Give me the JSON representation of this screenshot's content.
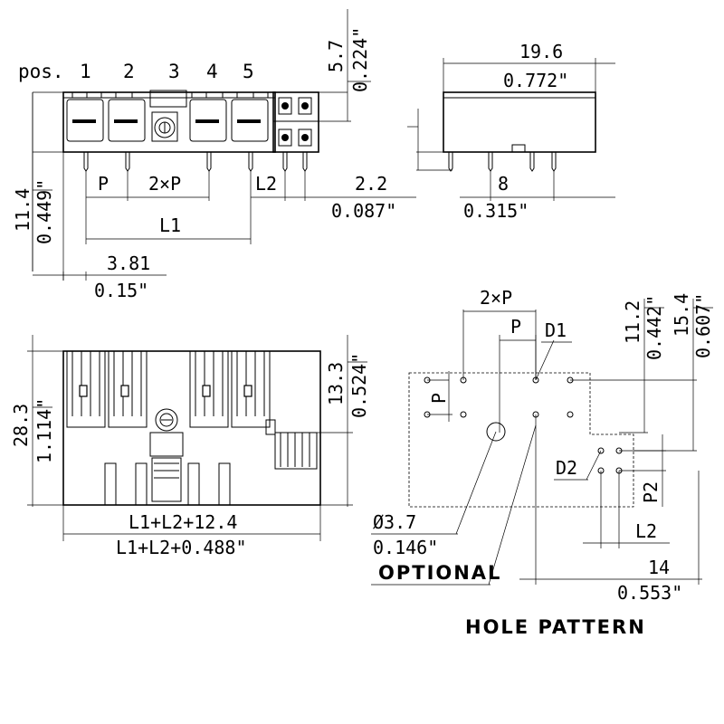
{
  "labels": {
    "pos": "pos.",
    "positions": [
      "1",
      "2",
      "3",
      "4",
      "5"
    ],
    "dim_5_7": "5.7",
    "dim_0_224": "0.224\"",
    "dim_19_6": "19.6",
    "dim_0_772": "0.772\"",
    "dim_11_4": "11.4",
    "dim_0_449": "0.449\"",
    "p": "P",
    "two_p": "2×P",
    "l2": "L2",
    "dim_2_2": "2.2",
    "dim_0_087": "0.087\"",
    "l1": "L1",
    "dim_8": "8",
    "dim_0_315": "0.315\"",
    "dim_3_81": "3.81",
    "dim_0_15": "0.15\"",
    "dim_28_3": "28.3",
    "dim_1_114": "1.114\"",
    "dim_13_3": "13.3",
    "dim_0_524": "0.524\"",
    "l1_l2_12_4": "L1+L2+12.4",
    "l1_l2_0_488": "L1+L2+0.488\"",
    "hp_2xp": "2×P",
    "hp_p": "P",
    "d1": "D1",
    "dim_11_2": "11.2",
    "dim_0_442": "0.442\"",
    "dim_15_4": "15.4",
    "dim_0_607": "0.607\"",
    "hp_p_vertical": "P",
    "d2": "D2",
    "p2": "P2",
    "phi_3_7": "Ø3.7",
    "dim_0_146": "0.146\"",
    "hp_l2": "L2",
    "optional": "OPTIONAL",
    "dim_14": "14",
    "dim_0_553": "0.553\"",
    "hole_pattern": "HOLE PATTERN"
  }
}
